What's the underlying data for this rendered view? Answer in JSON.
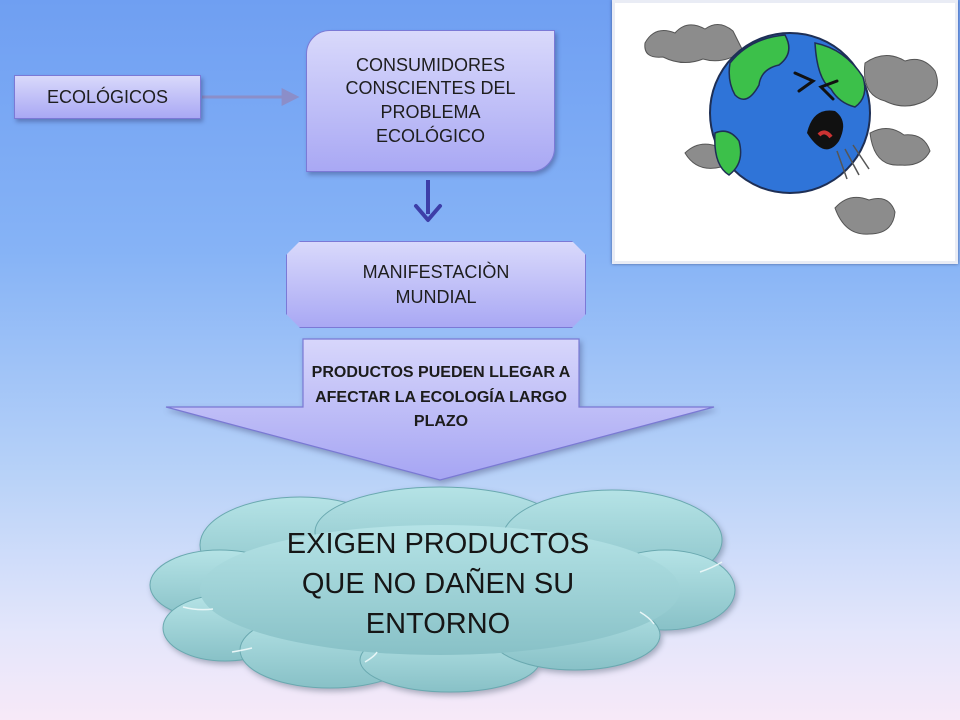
{
  "diagram": {
    "ecologicos": "ECOLÓGICOS",
    "consumidores": "CONSUMIDORES CONSCIENTES DEL PROBLEMA ECOLÓGICO",
    "manifestacion": "MANIFESTACIÒN MUNDIAL",
    "productos": "PRODUCTOS PUEDEN LLEGAR A AFECTAR LA ECOLOGÍA  LARGO PLAZO",
    "exigen": "EXIGEN PRODUCTOS QUE NO DAÑEN SU ENTORNO"
  },
  "image": {
    "icon": "sick-earth-cartoon-icon"
  },
  "colors": {
    "box_fill": "#a9a8f4",
    "arrow": "#4a4ab8",
    "cloud_fill": "#9dd0d6",
    "earth_ocean": "#2f74d8",
    "earth_land": "#3cc04a"
  }
}
